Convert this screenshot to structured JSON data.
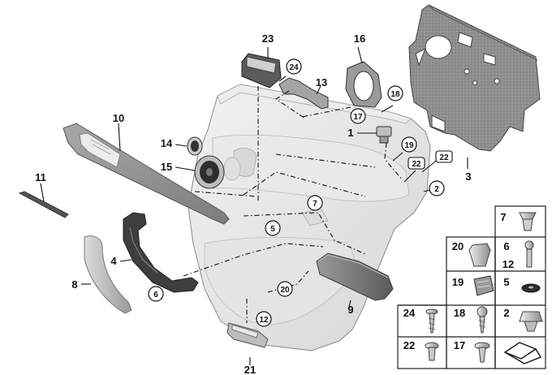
{
  "callouts": [
    {
      "id": "c1",
      "text": "1"
    },
    {
      "id": "c2",
      "text": "2"
    },
    {
      "id": "c3",
      "text": "3"
    },
    {
      "id": "c4",
      "text": "4"
    },
    {
      "id": "c5",
      "text": "5"
    },
    {
      "id": "c6",
      "text": "6"
    },
    {
      "id": "c7",
      "text": "7"
    },
    {
      "id": "c8",
      "text": "8"
    },
    {
      "id": "c9",
      "text": "9"
    },
    {
      "id": "c10",
      "text": "10"
    },
    {
      "id": "c11",
      "text": "11"
    },
    {
      "id": "c12",
      "text": "12"
    },
    {
      "id": "c13",
      "text": "13"
    },
    {
      "id": "c14",
      "text": "14"
    },
    {
      "id": "c15",
      "text": "15"
    },
    {
      "id": "c16",
      "text": "16"
    },
    {
      "id": "c17",
      "text": "17"
    },
    {
      "id": "c18",
      "text": "18"
    },
    {
      "id": "c19",
      "text": "19"
    },
    {
      "id": "c20",
      "text": "20"
    },
    {
      "id": "c21",
      "text": "21"
    },
    {
      "id": "c22a",
      "text": "22"
    },
    {
      "id": "c22b",
      "text": "22"
    },
    {
      "id": "c23",
      "text": "23"
    },
    {
      "id": "c24",
      "text": "24"
    }
  ],
  "grid_labels": [
    {
      "id": "g7",
      "text": "7"
    },
    {
      "id": "g20",
      "text": "20"
    },
    {
      "id": "g6",
      "text": "6"
    },
    {
      "id": "g12",
      "text": "12"
    },
    {
      "id": "g19",
      "text": "19"
    },
    {
      "id": "g5",
      "text": "5"
    },
    {
      "id": "g24",
      "text": "24"
    },
    {
      "id": "g18",
      "text": "18"
    },
    {
      "id": "g2",
      "text": "2"
    },
    {
      "id": "g22",
      "text": "22"
    },
    {
      "id": "g17",
      "text": "17"
    }
  ],
  "colors": {
    "part_light": "#e2e2e2",
    "part_mid": "#bdbdbd",
    "part_dark": "#6e6e6e",
    "ink": "#111111"
  }
}
